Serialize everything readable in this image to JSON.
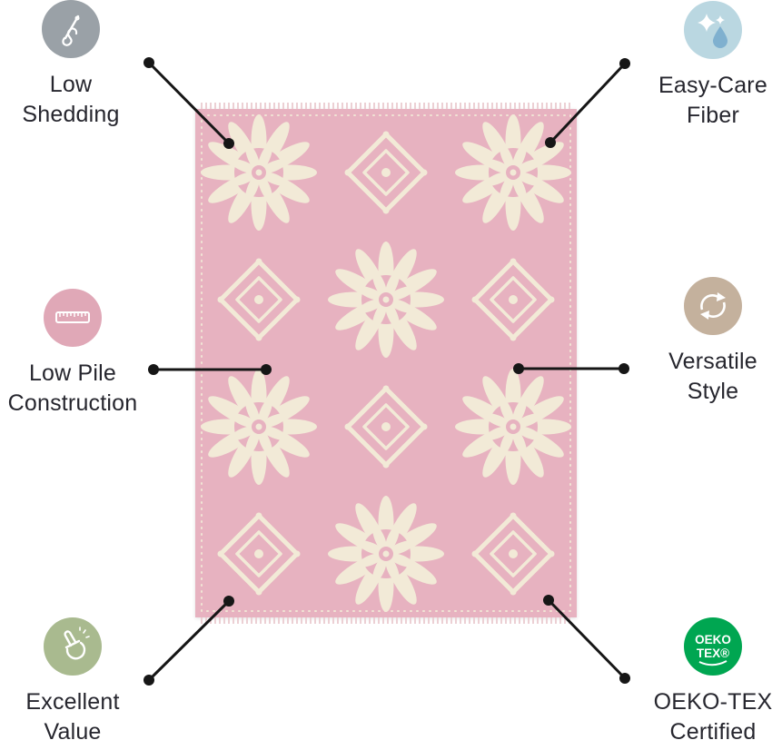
{
  "rug": {
    "base_color": "#e7b2c0",
    "pattern_color": "#f2ead7"
  },
  "features": [
    {
      "id": "low-shedding",
      "lines": [
        "Low",
        "Shedding"
      ],
      "icon": "needle-and-thread-icon",
      "icon_bg": "#9aa1a7"
    },
    {
      "id": "easy-care-fiber",
      "lines": [
        "Easy-Care",
        "Fiber"
      ],
      "icon": "sparkles-water-drop-icon",
      "icon_bg": "#bad7e1"
    },
    {
      "id": "low-pile-construction",
      "lines": [
        "Low Pile",
        "Construction"
      ],
      "icon": "ruler-icon",
      "icon_bg": "#e0a8b7"
    },
    {
      "id": "versatile-style",
      "lines": [
        "Versatile",
        "Style"
      ],
      "icon": "rotating-arrows-icon",
      "icon_bg": "#c4b19d"
    },
    {
      "id": "excellent-value",
      "lines": [
        "Excellent",
        "Value"
      ],
      "icon": "finger-heart-hand-icon",
      "icon_bg": "#a9ba8f"
    },
    {
      "id": "oeko-tex-certified",
      "lines": [
        "OEKO-TEX",
        "Certified"
      ],
      "icon": "oeko-tex-badge",
      "icon_bg": "#00a651",
      "badge_text": [
        "OEKO",
        "TEX®"
      ]
    }
  ],
  "colors": {
    "background": "#ffffff",
    "text": "#26262e",
    "connector": "#161616"
  }
}
